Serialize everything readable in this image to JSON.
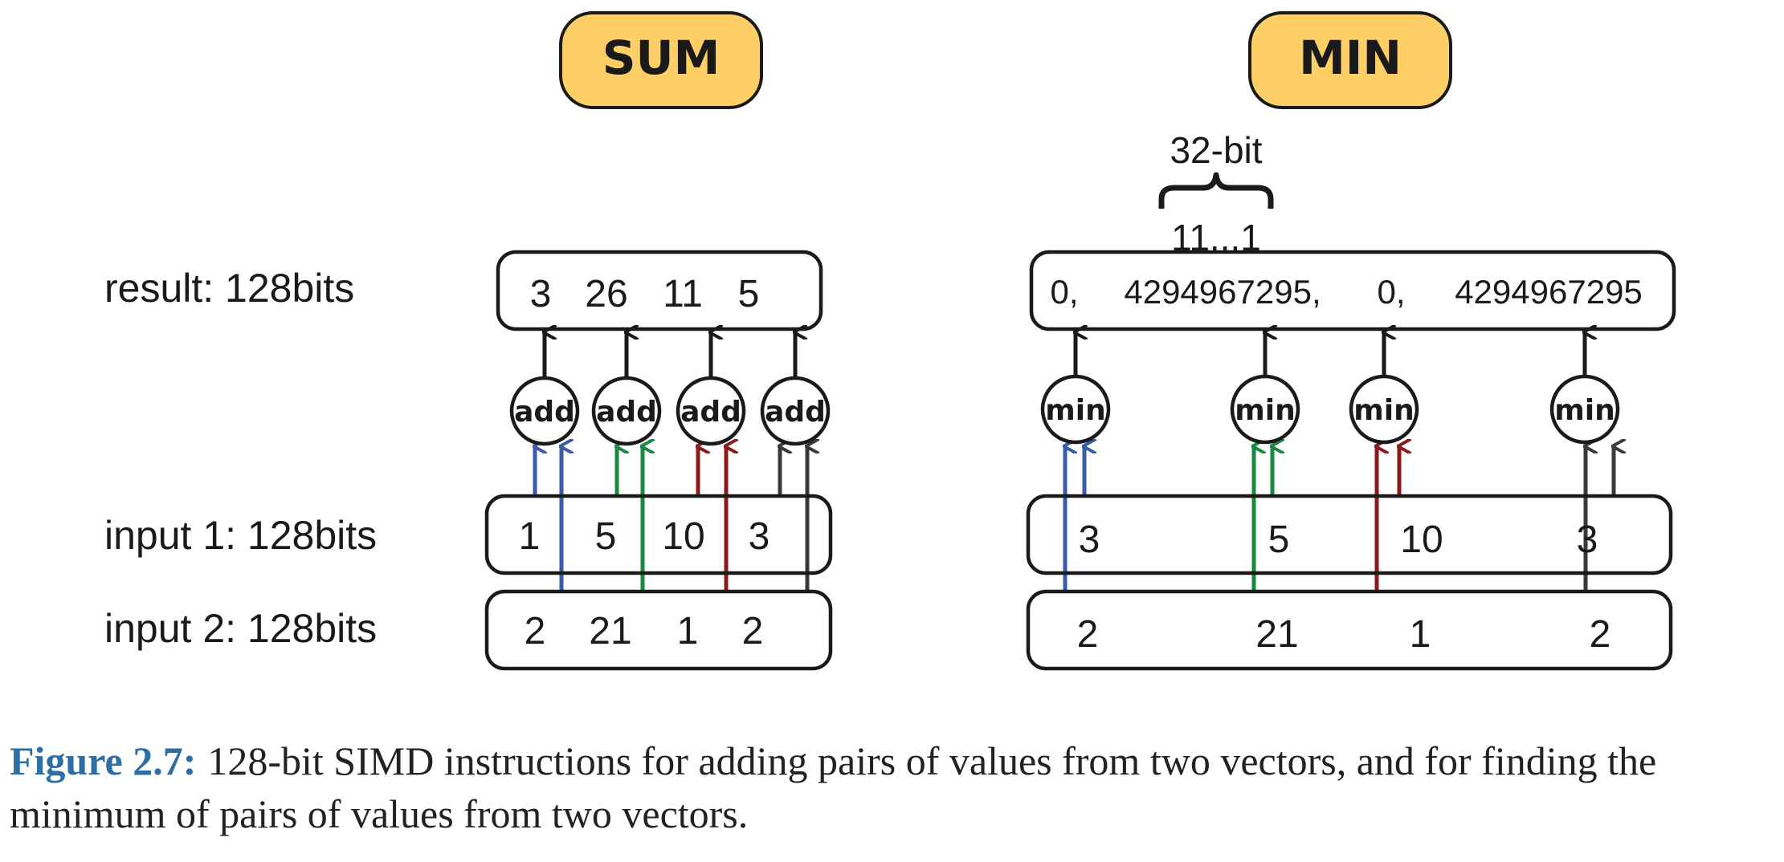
{
  "panels": {
    "sum": {
      "title": "SUM",
      "operation": "add",
      "result_values": [
        "3",
        "26",
        "11",
        "5"
      ],
      "input1_values": [
        "1",
        "5",
        "10",
        "3"
      ],
      "input2_values": [
        "2",
        "21",
        "1",
        "2"
      ]
    },
    "min": {
      "title": "MIN",
      "operation": "min",
      "lane_width_label": "32-bit",
      "bit_pattern_label": "11...1",
      "result_values": [
        "0,",
        "4294967295,",
        "0,",
        "4294967295"
      ],
      "input1_values": [
        "3",
        "5",
        "10",
        "3"
      ],
      "input2_values": [
        "2",
        "21",
        "1",
        "2"
      ]
    }
  },
  "row_labels": {
    "result": "result: 128bits",
    "input1": "input 1: 128bits",
    "input2": "input 2: 128bits"
  },
  "lane_colors": [
    "#3a5ba8",
    "#168a3e",
    "#8b1a1a",
    "#3a3a3a"
  ],
  "title_box_color": "#fdcf66",
  "caption": {
    "label": "Figure 2.7:",
    "text": "128-bit SIMD instructions for adding pairs of values from two vectors, and for finding the minimum of pairs of values from two vectors."
  }
}
